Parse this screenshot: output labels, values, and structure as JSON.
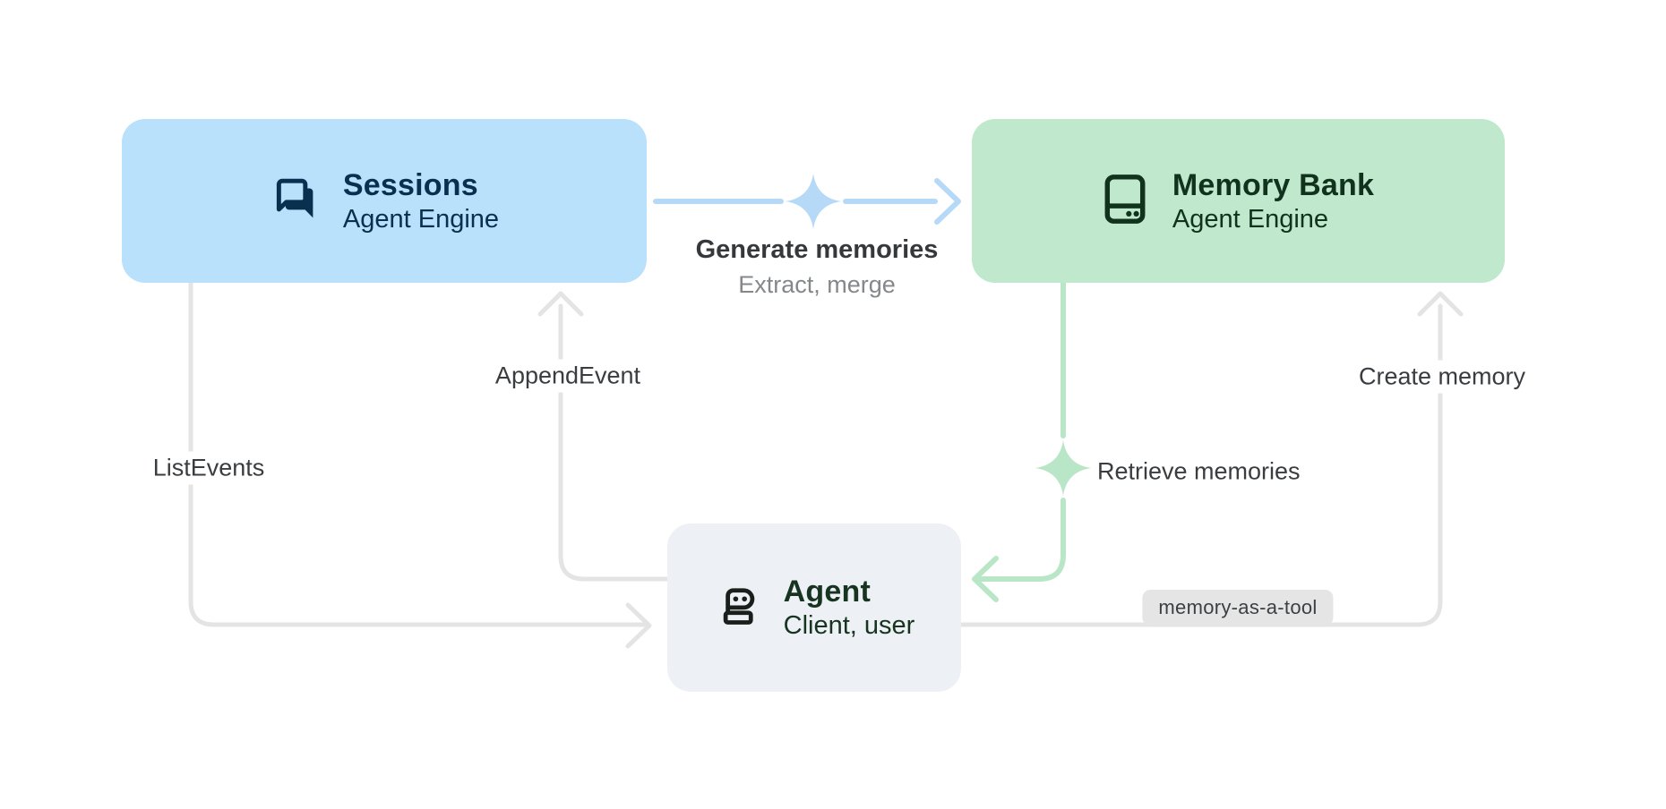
{
  "nodes": {
    "sessions": {
      "title": "Sessions",
      "subtitle": "Agent Engine",
      "icon": "chat-bubbles-icon"
    },
    "memory_bank": {
      "title": "Memory Bank",
      "subtitle": "Agent Engine",
      "icon": "memory-bank-icon"
    },
    "agent": {
      "title": "Agent",
      "subtitle": "Client, user",
      "icon": "robot-icon"
    }
  },
  "edges": {
    "generate_memories": {
      "label": "Generate memories",
      "sublabel": "Extract, merge",
      "from": "Sessions",
      "to": "Memory Bank",
      "icon": "sparkle-icon"
    },
    "append_event": {
      "label": "AppendEvent",
      "from": "Agent",
      "to": "Sessions"
    },
    "list_events": {
      "label": "ListEvents",
      "from": "Sessions",
      "to": "Agent"
    },
    "retrieve_memories": {
      "label": "Retrieve memories",
      "from": "Memory Bank",
      "to": "Agent",
      "icon": "sparkle-icon"
    },
    "create_memory": {
      "label": "Create memory",
      "from": "Agent",
      "to": "Memory Bank",
      "badge": "memory-as-a-tool"
    }
  },
  "colors": {
    "sessions_fill": "#b9e1fb",
    "sessions_text": "#0a3050",
    "memory_bank_fill": "#c0e8cd",
    "memory_bank_text": "#11331d",
    "agent_fill": "#edf1f6",
    "agent_text": "#16341f",
    "blue_connector": "#b5d9f7",
    "green_connector": "#b9e6c6",
    "gray_connector": "#e4e4e4",
    "label_text": "#3a3d40",
    "sublabel_text": "#85888b",
    "badge_fill": "#e5e5e6"
  }
}
